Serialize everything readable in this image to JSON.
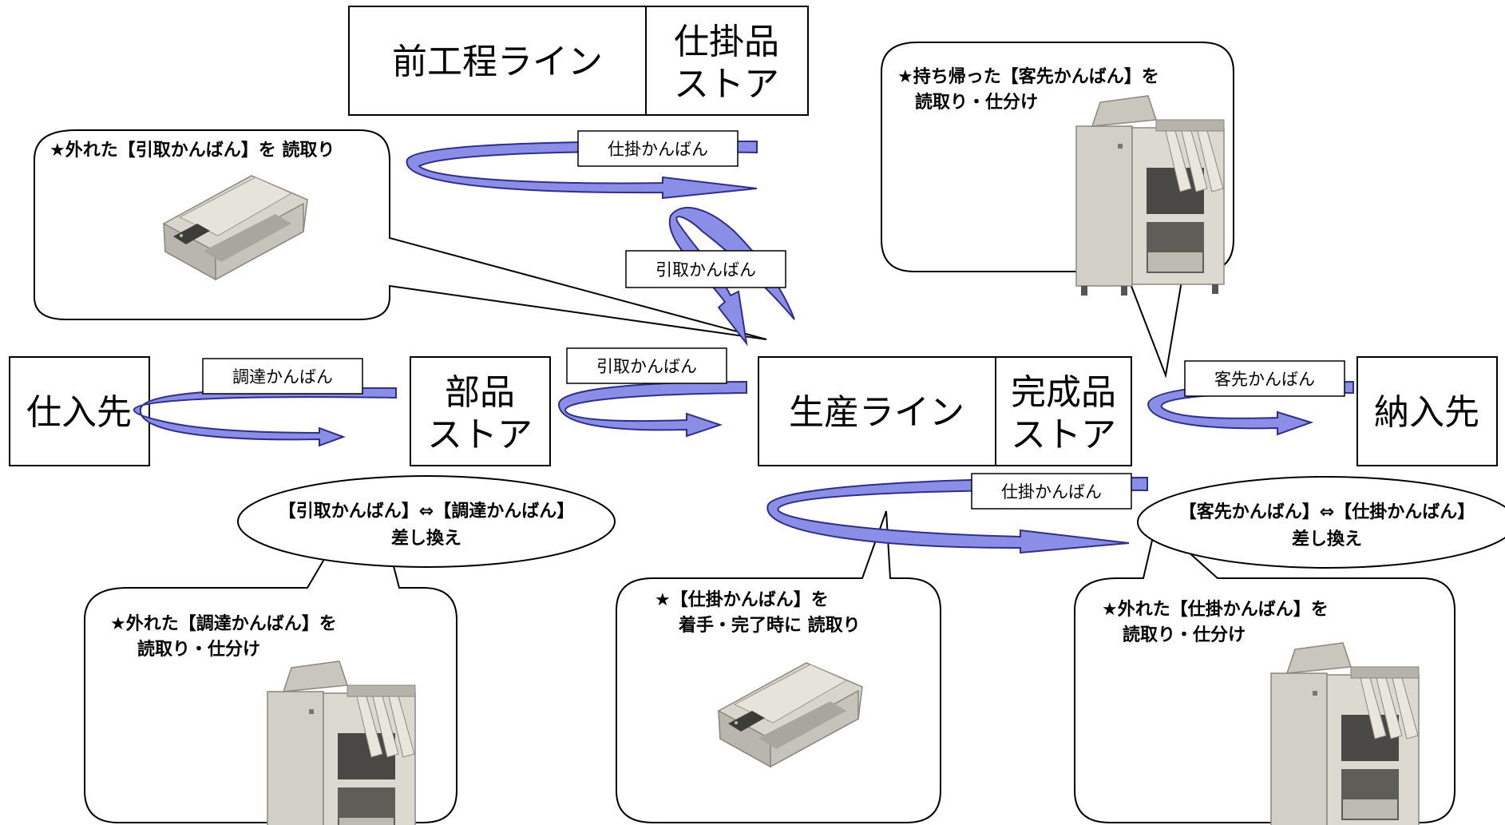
{
  "colors": {
    "arrow_fill": "#8b8ee6",
    "arrow_stroke": "#2f2f8a",
    "box_stroke": "#000000",
    "machine_body": "#d4d1c8",
    "machine_dark": "#5a5854"
  },
  "boxes": {
    "supplier": "仕入先",
    "parts_store_1": "部品",
    "parts_store_2": "ストア",
    "production_line": "生産ライン",
    "finished_store_1": "完成品",
    "finished_store_2": "ストア",
    "customer": "納入先",
    "upstream_line": "前工程ライン",
    "wip_store_1": "仕掛品",
    "wip_store_2": "ストア"
  },
  "arrow_labels": {
    "procurement": "調達かんばん",
    "withdrawal_main": "引取かんばん",
    "withdrawal_upstream": "引取かんばん",
    "wip_upstream": "仕掛かんばん",
    "wip_bottom": "仕掛かんばん",
    "customer": "客先かんばん"
  },
  "ellipses": {
    "left_line1": "【引取かんばん】⇔【調達かんばん】",
    "left_line2": "差し換え",
    "right_line1": "【客先かんばん】⇔【仕掛かんばん】",
    "right_line2": "差し換え"
  },
  "callouts": {
    "top_left_line1": "★外れた【引取かんばん】を 読取り",
    "top_right_line1": "★持ち帰った【客先かんばん】を",
    "top_right_line2": "読取り・仕分け",
    "bottom_left_line1": "★外れた【調達かんばん】を",
    "bottom_left_line2": "読取り・仕分け",
    "bottom_center_line1": "★【仕掛かんばん】を",
    "bottom_center_line2": "着手・完了時に 読取り",
    "bottom_right_line1": "★外れた【仕掛かんばん】を",
    "bottom_right_line2": "読取り・仕分け"
  },
  "icons": {
    "reader": "kanban-reader-icon",
    "sorter": "kanban-sorter-icon"
  }
}
